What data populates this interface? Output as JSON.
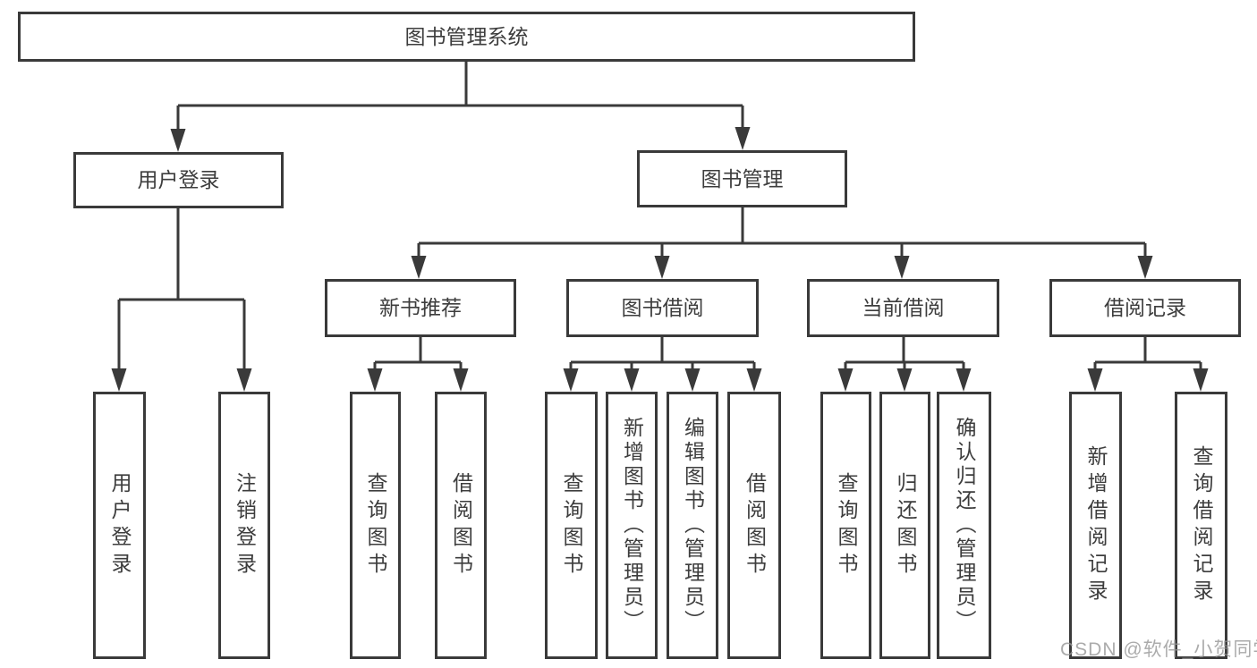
{
  "diagram": {
    "tree": {
      "label": "图书管理系统",
      "children": [
        {
          "label": "用户登录",
          "children": [
            {
              "label": "用户登录"
            },
            {
              "label": "注销登录"
            }
          ]
        },
        {
          "label": "图书管理",
          "children": [
            {
              "label": "新书推荐",
              "children": [
                {
                  "label": "查询图书"
                },
                {
                  "label": "借阅图书"
                }
              ]
            },
            {
              "label": "图书借阅",
              "children": [
                {
                  "label": "查询图书"
                },
                {
                  "label": "新增图书（管理员）"
                },
                {
                  "label": "编辑图书（管理员）"
                },
                {
                  "label": "借阅图书"
                }
              ]
            },
            {
              "label": "当前借阅",
              "children": [
                {
                  "label": "查询图书"
                },
                {
                  "label": "归还图书"
                },
                {
                  "label": "确认归还（管理员）"
                }
              ]
            },
            {
              "label": "借阅记录",
              "children": [
                {
                  "label": "新增借阅记录"
                },
                {
                  "label": "查询借阅记录"
                }
              ]
            }
          ]
        }
      ]
    },
    "watermark": "CSDN @软件_小贺同学",
    "colors": {
      "line": "#3a3a3a",
      "box_border": "#3a3a3a",
      "text": "#3d3d3d",
      "background": "#ffffff",
      "watermark": "#969696"
    }
  }
}
